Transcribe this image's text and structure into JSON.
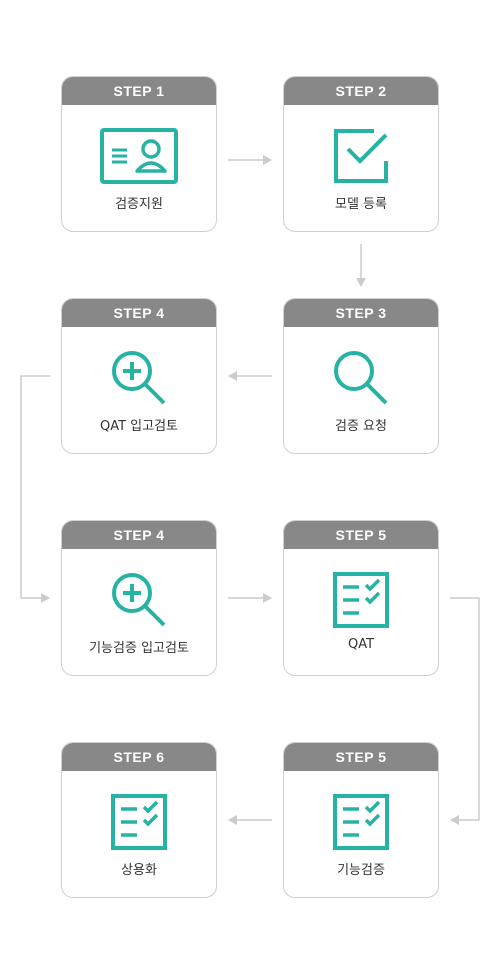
{
  "colors": {
    "accent": "#26b3a4",
    "header": "#888888",
    "arrow": "#cccccc"
  },
  "steps": [
    {
      "step": "STEP 1",
      "label": "검증지원",
      "icon": "id-card-icon"
    },
    {
      "step": "STEP 2",
      "label": "모델 등록",
      "icon": "checkbox-icon"
    },
    {
      "step": "STEP 3",
      "label": "검증 요청",
      "icon": "search-icon"
    },
    {
      "step": "STEP 4",
      "label": "QAT 입고검토",
      "icon": "zoom-in-icon"
    },
    {
      "step": "STEP 4",
      "label": "기능검증 입고검토",
      "icon": "zoom-in-icon"
    },
    {
      "step": "STEP 5",
      "label": "QAT",
      "icon": "checklist-icon"
    },
    {
      "step": "STEP 5",
      "label": "기능검증",
      "icon": "checklist-icon"
    },
    {
      "step": "STEP 6",
      "label": "상용화",
      "icon": "checklist-icon"
    }
  ]
}
